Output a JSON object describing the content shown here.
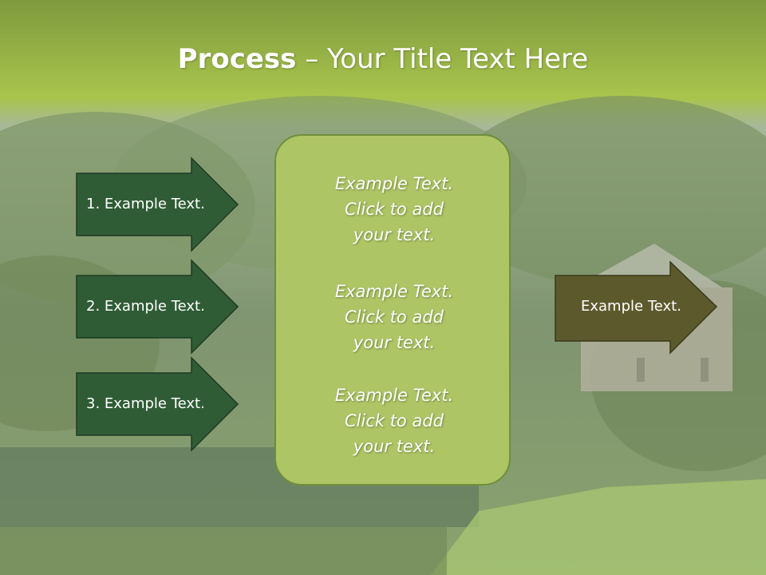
{
  "slide": {
    "title_bold": "Process",
    "title_dash": " – ",
    "title_rest": "Your Title Text Here",
    "colors": {
      "title_band_top": "#7e9a3e",
      "title_band_bottom": "#a9c54c",
      "left_arrow_fill": "#2f5c35",
      "right_arrow_fill": "#5c5a2c",
      "center_box_fill": "#aec566"
    }
  },
  "left_arrows": [
    {
      "label": "1. Example Text."
    },
    {
      "label": "2. Example Text."
    },
    {
      "label": "3. Example Text."
    }
  ],
  "center_box": {
    "paragraphs": [
      [
        "Example Text.",
        "Click  to add",
        "your text."
      ],
      [
        "Example Text.",
        "Click  to add",
        "your text."
      ],
      [
        "Example Text.",
        "Click  to add",
        "your text."
      ]
    ]
  },
  "right_arrow": {
    "label": "Example Text."
  }
}
